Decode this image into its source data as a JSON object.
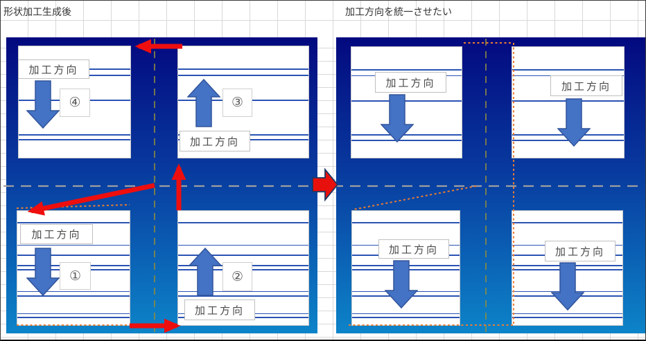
{
  "sheet": {
    "left_title": "形状加工生成後",
    "right_title": "加工方向を統一させたい"
  },
  "left_diagram": {
    "quadrants": [
      {
        "position": "top-left",
        "label": "加工方向",
        "number": "④",
        "arrow_direction": "down"
      },
      {
        "position": "top-right",
        "label": "加工方向",
        "number": "③",
        "arrow_direction": "up"
      },
      {
        "position": "bottom-left",
        "label": "加工方向",
        "number": "①",
        "arrow_direction": "down"
      },
      {
        "position": "bottom-right",
        "label": "加工方向",
        "number": "②",
        "arrow_direction": "up"
      }
    ]
  },
  "right_diagram": {
    "quadrants": [
      {
        "position": "top-left",
        "label": "加工方向",
        "arrow_direction": "down"
      },
      {
        "position": "top-right",
        "label": "加工方向",
        "arrow_direction": "down"
      },
      {
        "position": "bottom-left",
        "label": "加工方向",
        "arrow_direction": "down"
      },
      {
        "position": "bottom-right",
        "label": "加工方向",
        "arrow_direction": "down"
      }
    ]
  },
  "annotations": {
    "transform_arrow_direction": "right",
    "red_guide_arrows": [
      "left-at-top",
      "up-at-center",
      "diagonal-down-left",
      "right-at-bottom"
    ]
  },
  "colors": {
    "panel_gradient_top": "#03097F",
    "panel_gradient_bottom": "#0D84C9",
    "block_arrow_blue": "#4472C4",
    "layer_line_blue": "#2952B3",
    "red_accent": "#EE0E0E",
    "orange_dotted": "#ED7D31",
    "olive_dashed": "#8F8C3F",
    "gray_dashed": "#A0A0A0",
    "grid_line": "#D8D8D8"
  }
}
